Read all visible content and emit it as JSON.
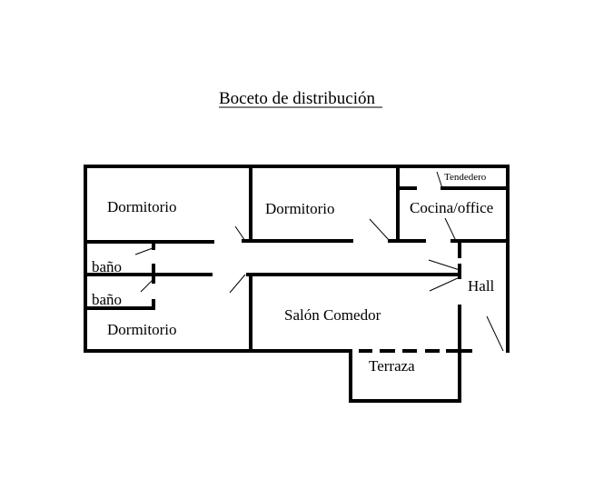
{
  "title": "Boceto de distribución",
  "rooms": {
    "dormitorio_1": "Dormitorio",
    "dormitorio_2": "Dormitorio",
    "dormitorio_3": "Dormitorio",
    "bano_1": "baño",
    "bano_2": "baño",
    "tendedero": "Tendedero",
    "cocina": "Cocina/office",
    "hall": "Hall",
    "salon": "Salón Comedor",
    "terraza": "Terraza"
  }
}
